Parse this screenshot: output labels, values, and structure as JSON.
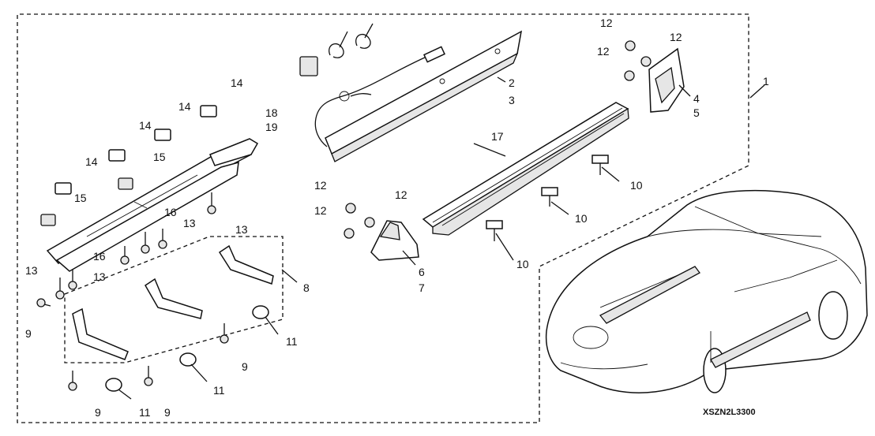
{
  "diagram_code": "XSZN2L3300",
  "callouts": [
    {
      "key": "c1",
      "label": "1"
    },
    {
      "key": "c2",
      "label": "2"
    },
    {
      "key": "c3",
      "label": "3"
    },
    {
      "key": "c4",
      "label": "4"
    },
    {
      "key": "c5",
      "label": "5"
    },
    {
      "key": "c6",
      "label": "6"
    },
    {
      "key": "c7",
      "label": "7"
    },
    {
      "key": "c8",
      "label": "8"
    },
    {
      "key": "c9",
      "label": "9"
    },
    {
      "key": "c10",
      "label": "10"
    },
    {
      "key": "c11",
      "label": "11"
    },
    {
      "key": "c12",
      "label": "12"
    },
    {
      "key": "c13",
      "label": "13"
    },
    {
      "key": "c14",
      "label": "14"
    },
    {
      "key": "c15",
      "label": "15"
    },
    {
      "key": "c16",
      "label": "16"
    },
    {
      "key": "c17",
      "label": "17"
    },
    {
      "key": "c18",
      "label": "18"
    },
    {
      "key": "c19",
      "label": "19"
    }
  ]
}
